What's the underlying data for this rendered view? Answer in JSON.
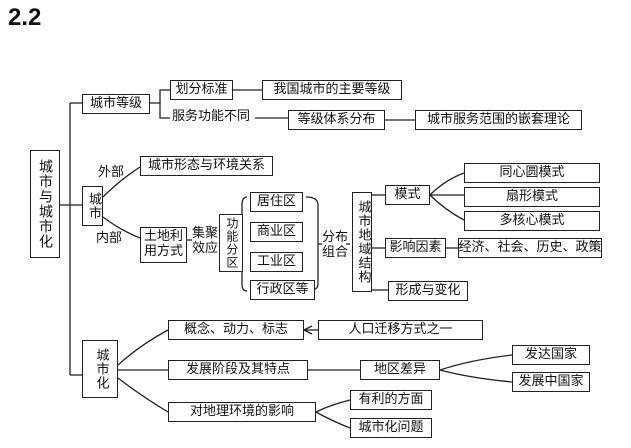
{
  "heading": "2.2",
  "root": "城市与城市化",
  "grade": {
    "label": "城市等级",
    "criteria": "划分标准",
    "levels": "我国城市的主要等级",
    "service": "服务功能不同",
    "hierarchy": "等级体系分布",
    "theory": "城市服务范围的嵌套理论"
  },
  "city": {
    "label": "城市",
    "external": "外部",
    "internal": "内部",
    "form": "城市形态与环境关系",
    "landuse": "土地利用方式",
    "agglomeration": "集聚效应",
    "zones": "功能分区",
    "zone_items": [
      "居住区",
      "商业区",
      "工业区",
      "行政区等"
    ],
    "layout": "分布组合",
    "structure": "城市地域结构",
    "model": "模式",
    "models": [
      "同心圆模式",
      "扇形模式",
      "多核心模式"
    ],
    "factors": "影响因素",
    "factor_list": "经济、社会、历史、政策",
    "formation": "形成与变化"
  },
  "urbanization": {
    "label": "城市化",
    "concept": "概念、动力、标志",
    "migration": "人口迁移方式之一",
    "stages": "发展阶段及其特点",
    "regional": "地区差异",
    "developed": "发达国家",
    "developing": "发展中国家",
    "impact": "对地理环境的影响",
    "favorable": "有利的方面",
    "problems": "城市化问题"
  }
}
